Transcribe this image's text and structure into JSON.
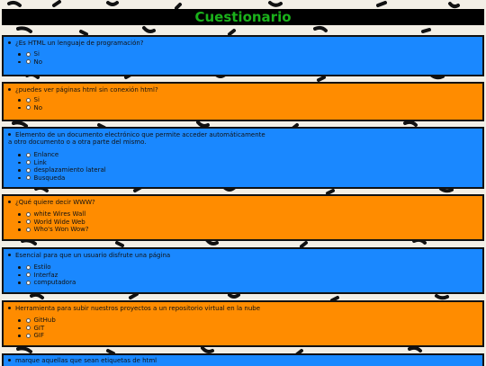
{
  "title": "Cuestionario",
  "colors": {
    "title_text": "#1bb21b",
    "blue": "#1a88ff",
    "orange": "#ff8c00"
  },
  "questions": [
    {
      "text": "¿Es HTML un lenguaje de programación?",
      "options": [
        "Si",
        "No"
      ]
    },
    {
      "text": "¿puedes ver páginas html sin conexión html?",
      "options": [
        "Si",
        "No"
      ]
    },
    {
      "text": "Elemento de un documento electrónico que permite acceder automáticamente\na otro documento o a otra parte del mismo.",
      "options": [
        "Enlance",
        "Link",
        "desplazamiento lateral",
        "Busqueda"
      ]
    },
    {
      "text": "¿Qué quiere decir WWW?",
      "options": [
        "white Wires Wall",
        "World Wide Web",
        "Who's Won Wow?"
      ]
    },
    {
      "text": "Esencial para que un usuario disfrute una página",
      "options": [
        "Estilo",
        "Interfaz",
        "computadora"
      ]
    },
    {
      "text": "Herramienta para subir nuestros proyectos a un repositorio virtual en la nube",
      "options": [
        "GitHub",
        "GIT",
        "GIF"
      ]
    },
    {
      "text": "marque aquellas que sean etiquetas de html",
      "options": []
    }
  ]
}
